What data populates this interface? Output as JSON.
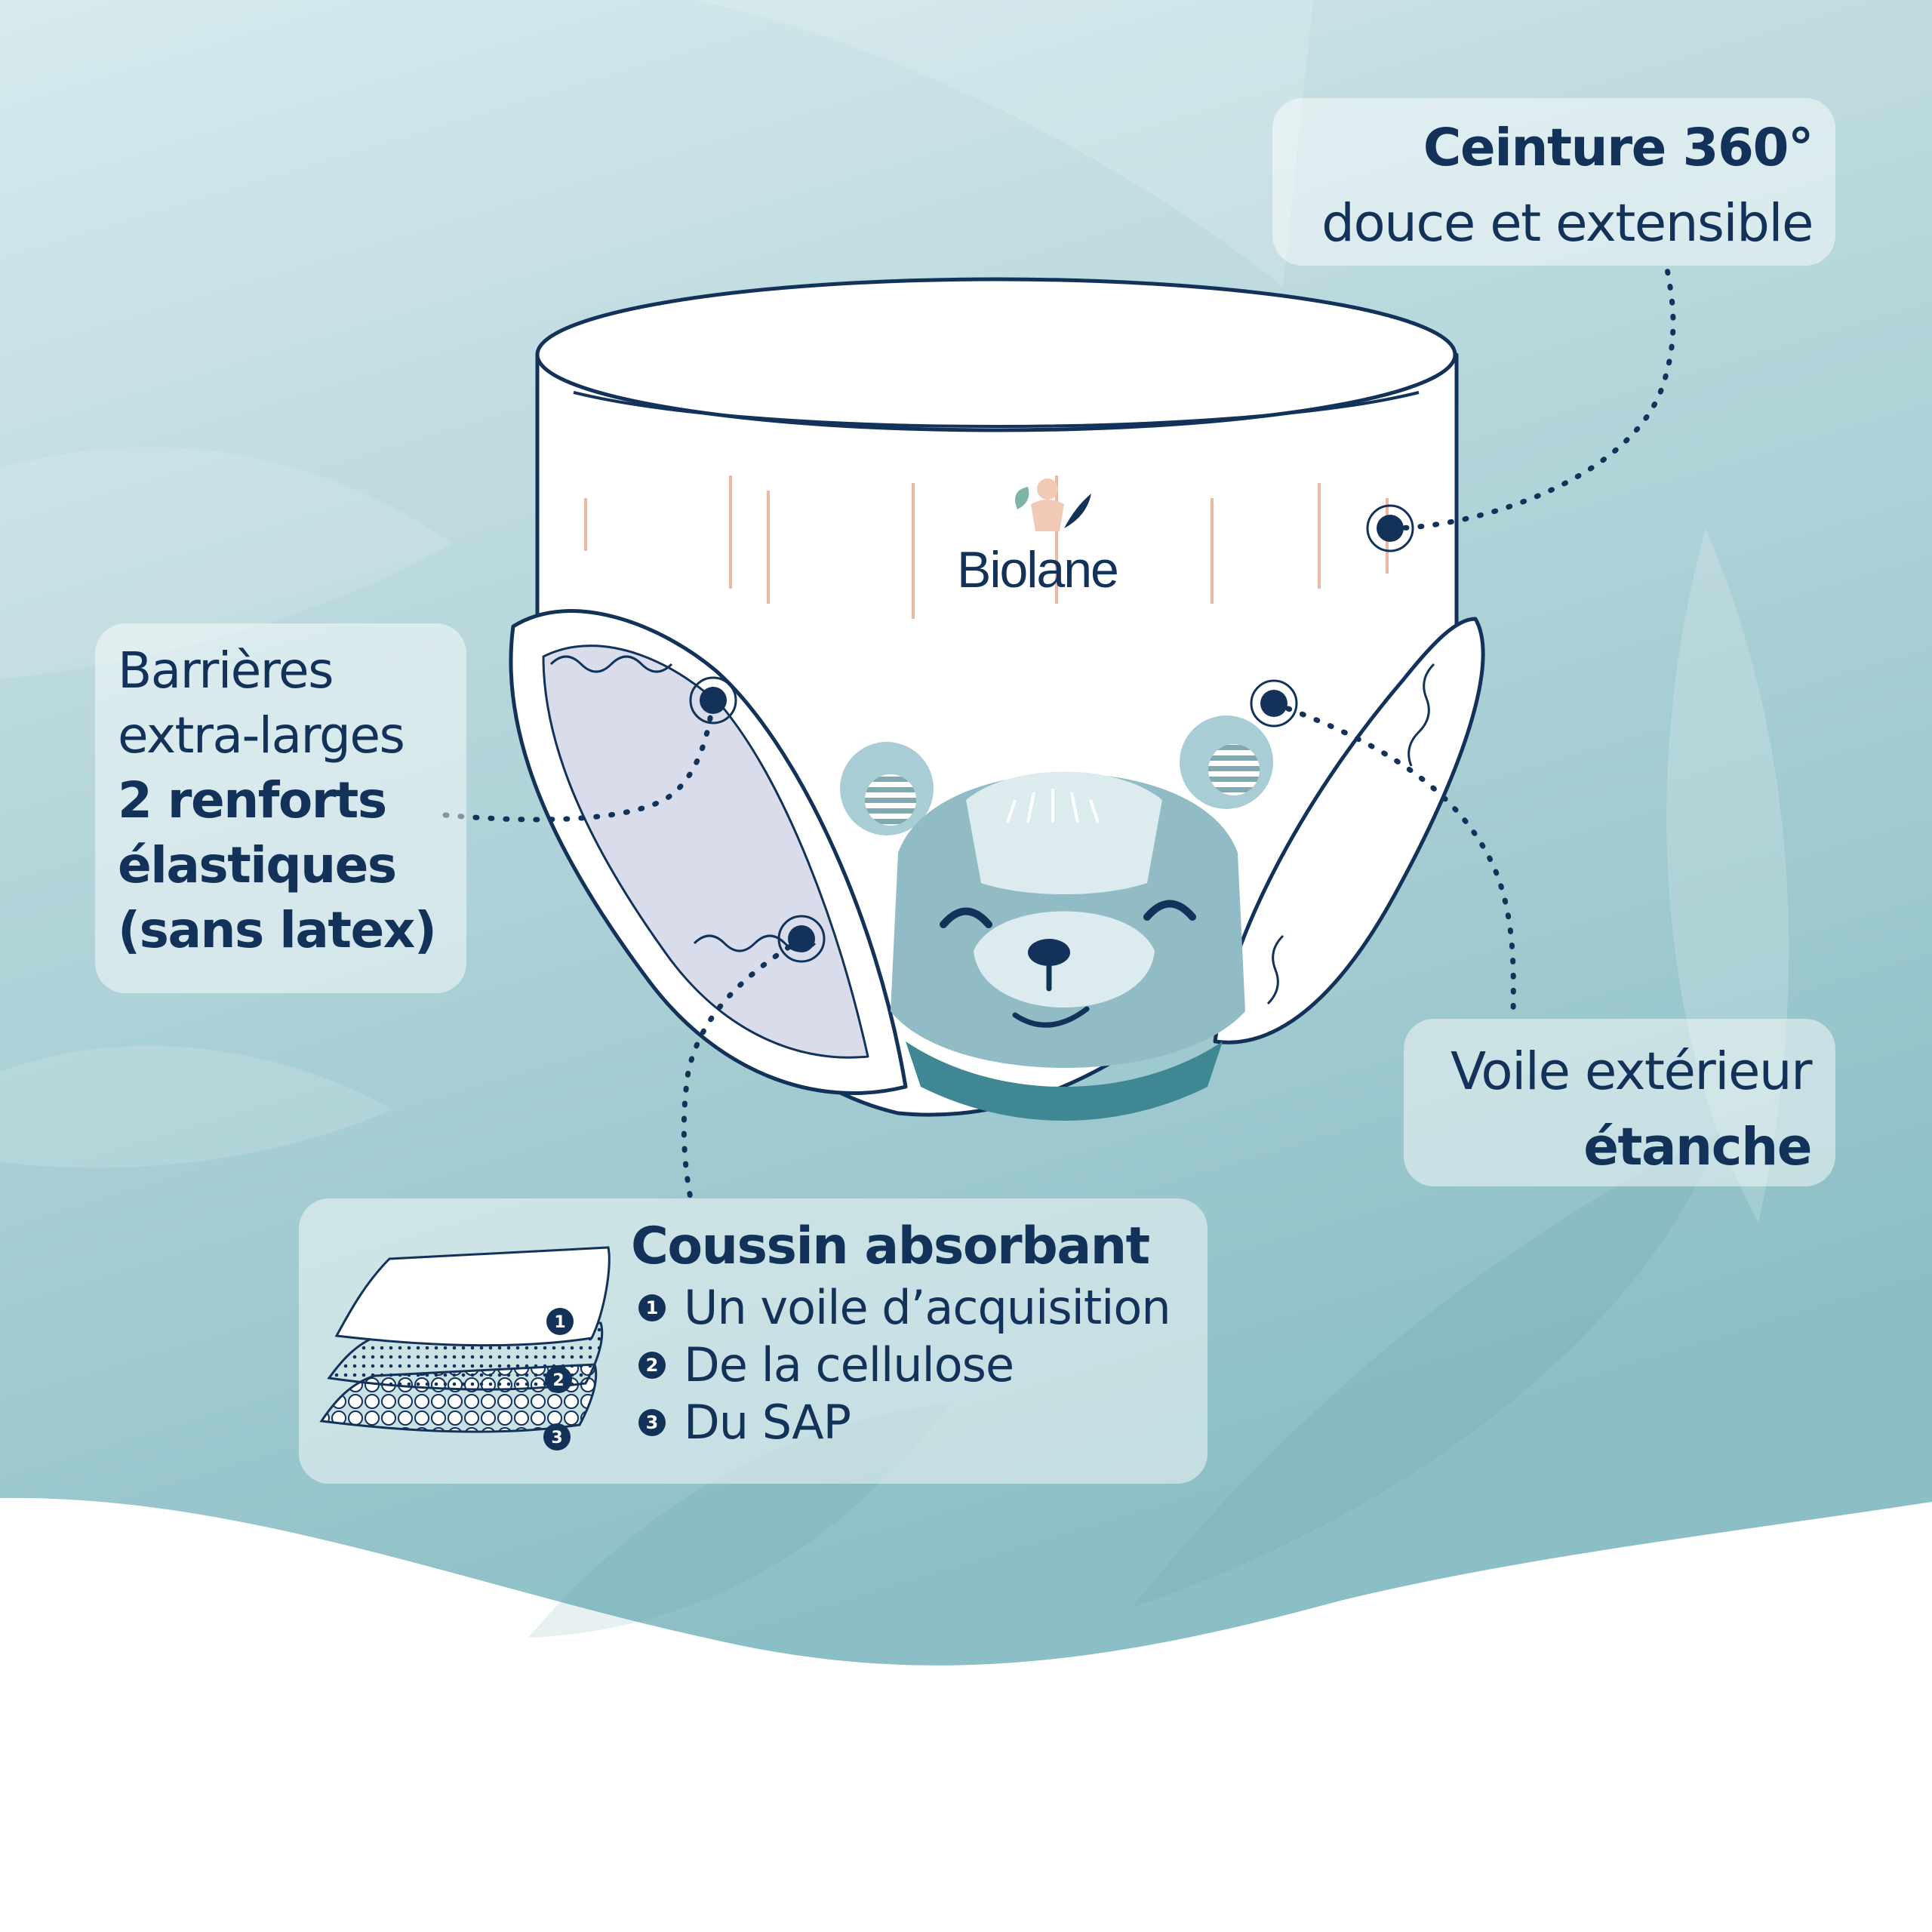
{
  "brand": {
    "name": "Biolane"
  },
  "callouts": {
    "ceinture": {
      "title": "Ceinture 360°",
      "subtitle": "douce et extensible"
    },
    "barrieres": {
      "line1": "Barrières",
      "line2": "extra-larges",
      "line3": "2 renforts",
      "line4": "élastiques",
      "line5": "(sans latex)"
    },
    "voile": {
      "line1": "Voile extérieur",
      "line2": "étanche"
    },
    "coussin": {
      "title": "Coussin absorbant",
      "items": [
        {
          "number": "1",
          "label": "Un voile d’acquisition"
        },
        {
          "number": "2",
          "label": "De la cellulose"
        },
        {
          "number": "3",
          "label": "Du SAP"
        }
      ]
    }
  },
  "colors": {
    "navy": "#12325a",
    "teal_light": "#cfe6ea",
    "teal_mid": "#9cc9cf",
    "teal_dark": "#3f8792",
    "blush": "#f1c9b5"
  },
  "icons": {
    "bear": "bear-face-icon",
    "brand_mark": "biolane-leaf-logo-icon"
  }
}
